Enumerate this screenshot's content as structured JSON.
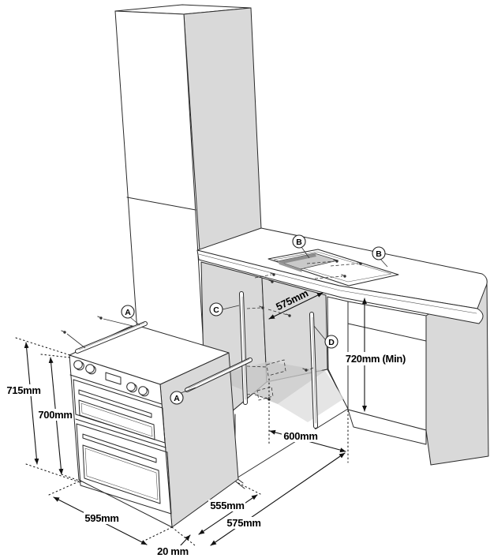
{
  "diagram": {
    "kind": "built-under double oven installation drawing"
  },
  "dimensions": {
    "oven_total_height": "715mm",
    "oven_body_height": "700mm",
    "oven_width": "595mm",
    "oven_body_depth": "555mm",
    "oven_total_depth": "575mm",
    "front_gap": "20 mm",
    "cavity_depth": "575mm",
    "cavity_width": "600mm",
    "worktop_height_min": "720mm (Min)"
  },
  "callouts": {
    "a": "A",
    "b": "B",
    "c": "C",
    "d": "D"
  },
  "colors": {
    "line": "#2a2a2a",
    "panel_grey": "#d9d9d9",
    "floor_shadow": "#c7c7c7",
    "dim_line": "#111111",
    "background": "#ffffff"
  }
}
